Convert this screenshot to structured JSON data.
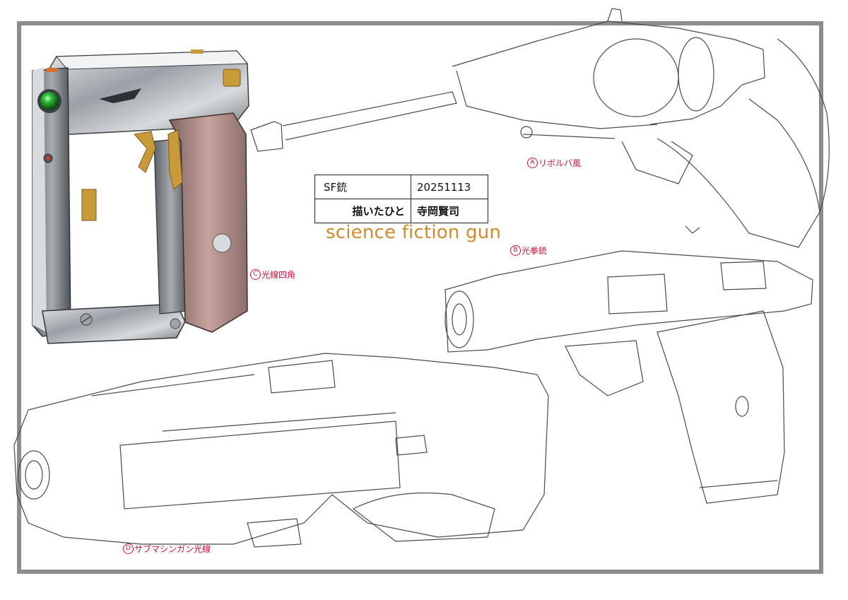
{
  "info_table": {
    "title_label": "SF銃",
    "date": "20251113",
    "artist_label": "描いたひと",
    "artist_name": "寺岡賢司"
  },
  "subtitle": "science fiction gun",
  "labels": {
    "a": {
      "mark": "A",
      "text": "リボルバ風"
    },
    "b": {
      "mark": "B",
      "text": "光拳銃"
    },
    "c": {
      "mark": "C",
      "text": "光線四角"
    },
    "d": {
      "mark": "D",
      "text": "サブマシンガン光線"
    }
  },
  "colors": {
    "frame": "#8c8c8c",
    "label_red": "#d0103a",
    "subtitle_orange": "#d08a2c",
    "grip_pink": "#b58a86",
    "gem_green": "#2fbf3a",
    "gold": "#c99a3a"
  }
}
